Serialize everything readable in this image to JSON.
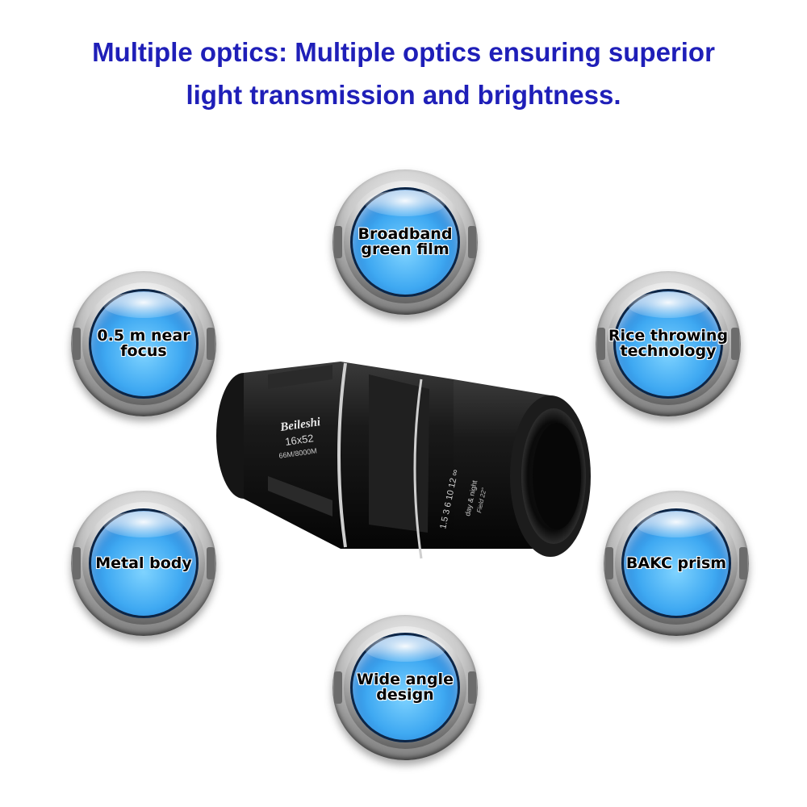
{
  "headline": {
    "line1": "Multiple optics: Multiple optics ensuring superior",
    "line2": "light transmission and brightness."
  },
  "features": [
    {
      "label": "Broadband\ngreen film"
    },
    {
      "label": "0.5 m near\nfocus"
    },
    {
      "label": "Rice throwing\ntechnology"
    },
    {
      "label": "Metal body"
    },
    {
      "label": "BAKC prism"
    },
    {
      "label": "Wide angle\ndesign"
    }
  ],
  "product": {
    "brand": "Beileshi",
    "model": "16x52",
    "spec": "66M/8000M",
    "focus_scale": "1.5  3  6  10  12  ∞",
    "mode": "day & night",
    "field": "Field 22°"
  },
  "colors": {
    "headline": "#1f1fb8",
    "lens_blue": "#3fa9f2",
    "body": "#111111"
  }
}
